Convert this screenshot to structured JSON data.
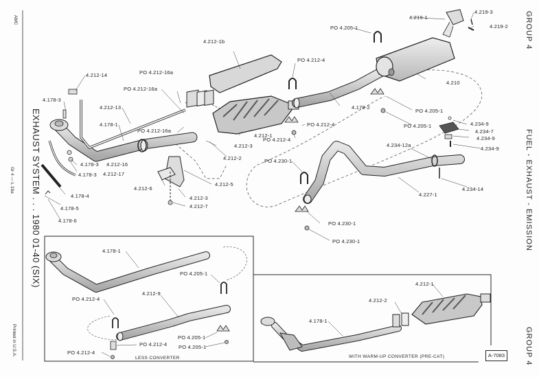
{
  "document": {
    "publisher_mark": "AMC",
    "side_title": "EXHAUST SYSTEM . . . 1980 01-40 (SIX)",
    "page_ref": "Gr 4 — L 19a",
    "printed": "Printed in U.S.A.",
    "section_title": "FUEL - EXHAUST - EMISSION",
    "group_top": "GROUP 4",
    "group_bottom": "GROUP 4",
    "figure_id": "A-7083"
  },
  "main_diagram": {
    "labels": [
      {
        "id": "l1",
        "text": "4.212-14"
      },
      {
        "id": "l2",
        "text": "4.178-3"
      },
      {
        "id": "l3",
        "text": "4.212-13"
      },
      {
        "id": "l4",
        "text": "4.178-1"
      },
      {
        "id": "l5",
        "text": "4.178-3"
      },
      {
        "id": "l6",
        "text": "4.178-3"
      },
      {
        "id": "l7",
        "text": "4.212-16"
      },
      {
        "id": "l8",
        "text": "4.212-17"
      },
      {
        "id": "l9",
        "text": "4.178-4"
      },
      {
        "id": "l10",
        "text": "4.178-5"
      },
      {
        "id": "l11",
        "text": "4.178-6"
      },
      {
        "id": "l12",
        "text": "PO 4.212-16a"
      },
      {
        "id": "l13",
        "text": "PO 4.212-16a"
      },
      {
        "id": "l14",
        "text": "PO 4.212-16a"
      },
      {
        "id": "l15",
        "text": "4.212-1b"
      },
      {
        "id": "l16",
        "text": "4.212-1"
      },
      {
        "id": "l17",
        "text": "4.212-3"
      },
      {
        "id": "l18",
        "text": "4.212-2"
      },
      {
        "id": "l19",
        "text": "4.212-5"
      },
      {
        "id": "l20",
        "text": "4.212-6"
      },
      {
        "id": "l21",
        "text": "4.212-3"
      },
      {
        "id": "l22",
        "text": "4.212-7"
      },
      {
        "id": "l23",
        "text": "PO 4.212-4"
      },
      {
        "id": "l24",
        "text": "PO 4.212-4"
      },
      {
        "id": "l25",
        "text": "PO 4.212-4"
      },
      {
        "id": "l26",
        "text": "PO 4.205-1"
      },
      {
        "id": "l27",
        "text": "4.178-2"
      },
      {
        "id": "l28",
        "text": "4.210"
      },
      {
        "id": "l29",
        "text": "PO 4.205-1"
      },
      {
        "id": "l30",
        "text": "PO 4.205-1"
      },
      {
        "id": "l31",
        "text": "4.219-1"
      },
      {
        "id": "l32",
        "text": "4.219-3"
      },
      {
        "id": "l33",
        "text": "4.219-2"
      },
      {
        "id": "l34",
        "text": "4.234-9"
      },
      {
        "id": "l35",
        "text": "4.234-7"
      },
      {
        "id": "l36",
        "text": "4.234-9"
      },
      {
        "id": "l37",
        "text": "4.234-9"
      },
      {
        "id": "l38",
        "text": "4.234-12a"
      },
      {
        "id": "l39",
        "text": "4.234-14"
      },
      {
        "id": "l40",
        "text": "4.227-1"
      },
      {
        "id": "l41",
        "text": "PO 4.230-1"
      },
      {
        "id": "l42",
        "text": "PO 4.230-1"
      },
      {
        "id": "l43",
        "text": "PO 4.230-1"
      }
    ]
  },
  "inset_less_converter": {
    "caption": "LESS CONVERTER",
    "labels": [
      {
        "id": "a1",
        "text": "4.178-1"
      },
      {
        "id": "a2",
        "text": "PO 4.205-1"
      },
      {
        "id": "a3",
        "text": "4.212-9"
      },
      {
        "id": "a4",
        "text": "PO 4.212-4"
      },
      {
        "id": "a5",
        "text": "PO 4.212-4"
      },
      {
        "id": "a6",
        "text": "PO 4.212-4"
      },
      {
        "id": "a7",
        "text": "PO 4.205-1"
      },
      {
        "id": "a8",
        "text": "PO 4.205-1"
      }
    ]
  },
  "inset_warmup_converter": {
    "caption": "WITH WARM-UP CONVERTER (PRE-CAT)",
    "labels": [
      {
        "id": "b1",
        "text": "4.212-1"
      },
      {
        "id": "b2",
        "text": "4.212-2"
      },
      {
        "id": "b3",
        "text": "4.178-1"
      }
    ]
  }
}
